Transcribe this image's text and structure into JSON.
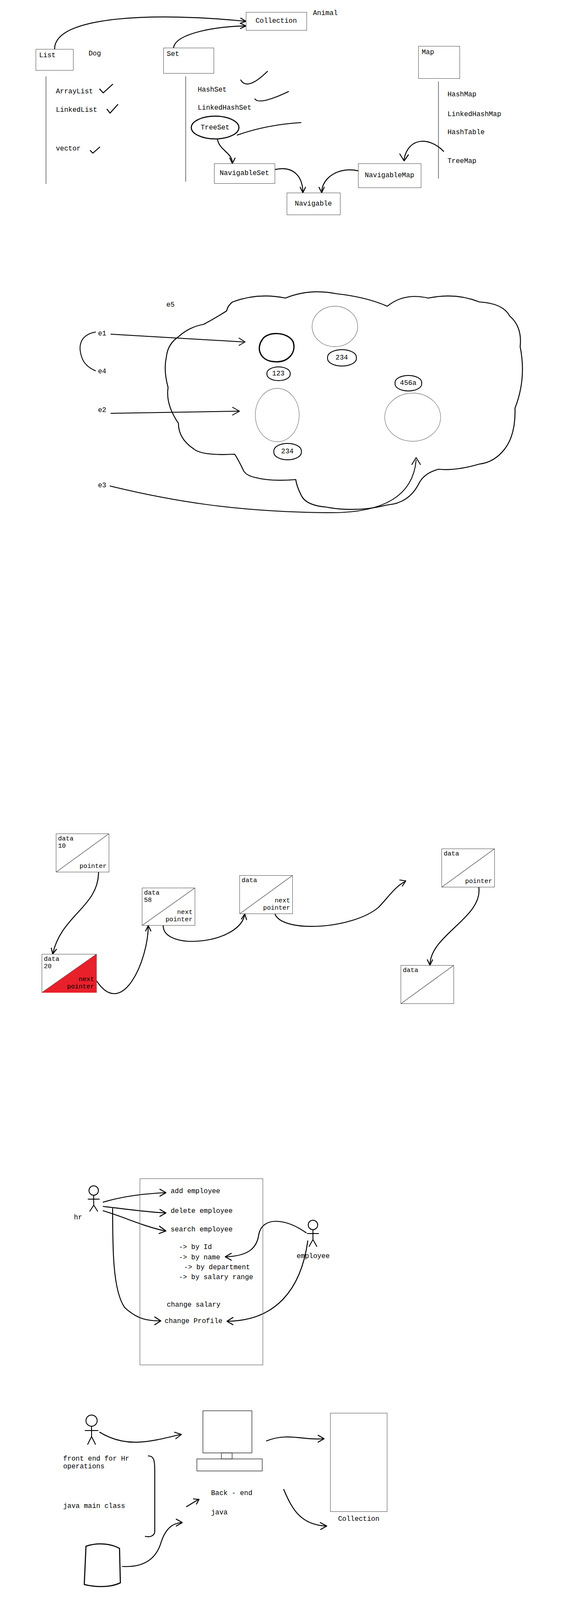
{
  "diagram": {
    "nodes": [
      {
        "text": [
          "Collection"
        ]
      },
      {
        "text": [
          "List"
        ]
      },
      {
        "text": [
          "Set"
        ]
      },
      {
        "text": [
          "Map"
        ]
      },
      {
        "text": [
          "TreeSet"
        ]
      },
      {
        "text": [
          "NavigableSet"
        ]
      },
      {
        "text": [
          "NavigableMap"
        ]
      },
      {
        "text": [
          "Navigable"
        ]
      },
      {
        "text": [
          "234"
        ]
      },
      {
        "text": [
          "123"
        ]
      },
      {
        "text": [
          "456a"
        ]
      },
      {
        "text": [
          "234"
        ]
      },
      {
        "text": [
          "data",
          "10",
          "pointer"
        ]
      },
      {
        "text": [
          "data",
          "20",
          "next pointer"
        ]
      },
      {
        "text": [
          "data",
          "58",
          "next pointer"
        ]
      },
      {
        "text": [
          "data",
          "next pointer"
        ]
      },
      {
        "text": [
          "data",
          "pointer"
        ]
      },
      {
        "text": [
          "data"
        ]
      },
      {
        "text": [
          "add employee",
          "delete employee",
          "search employee",
          "-> by Id",
          "-> by name",
          "-> by department",
          "-> by salary range",
          "change salary",
          "change Profile"
        ]
      },
      {
        "text": [
          "Collection"
        ]
      }
    ],
    "edges": [
      {
        "from": 1,
        "to": 0,
        "arrow": "to"
      },
      {
        "from": 2,
        "to": 0,
        "arrow": "to"
      },
      {
        "from": 4,
        "to": 5,
        "arrow": "to"
      },
      {
        "from": 5,
        "to": 7,
        "arrow": "to"
      },
      {
        "from": 6,
        "to": 7,
        "arrow": "to"
      },
      {
        "from": 12,
        "to": 13,
        "arrow": "to"
      },
      {
        "from": 13,
        "to": 14,
        "arrow": "to"
      },
      {
        "from": 14,
        "to": 15,
        "arrow": "to"
      },
      {
        "from": 16,
        "to": 17,
        "arrow": "to"
      }
    ],
    "labels": [
      "Animal",
      "Dog",
      "ArrayList",
      "LinkedList",
      "vector",
      "HashSet",
      "LinkedHashSet",
      "HashMap",
      "LinkedHashMap",
      "HashTable",
      "TreeMap",
      "e5",
      "e1",
      "e4",
      "e2",
      "e3",
      "hr",
      "employee",
      "front end for Hr operations",
      "java main class",
      "Back - end",
      "java"
    ]
  }
}
